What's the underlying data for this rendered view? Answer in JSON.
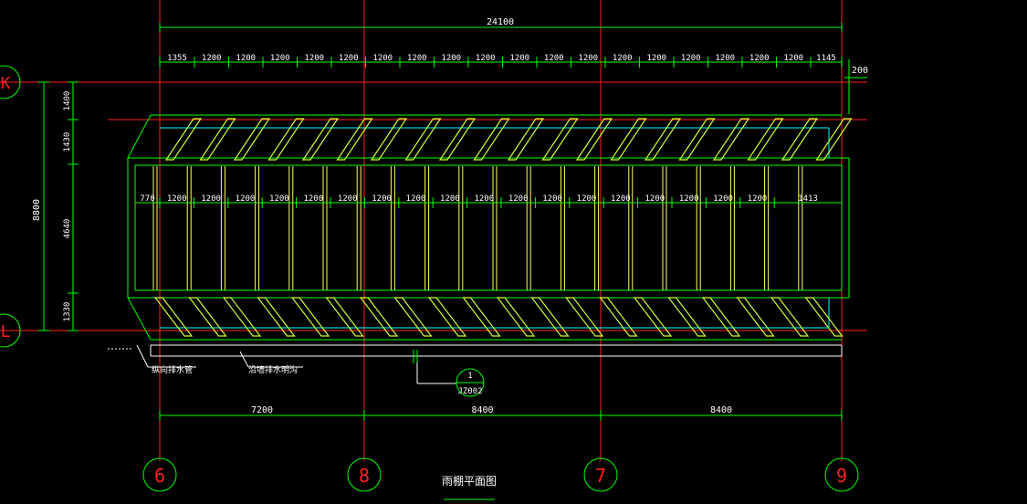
{
  "drawing": {
    "title": "雨棚平面图",
    "overall_dimension": "24100",
    "top_dimensions": [
      "1355",
      "1200",
      "1200",
      "1200",
      "1200",
      "1200",
      "1200",
      "1200",
      "1200",
      "1200",
      "1200",
      "1200",
      "1200",
      "1200",
      "1200",
      "1200",
      "1200",
      "1200",
      "1200",
      "1145"
    ],
    "right_dimension": "200",
    "inner_dimensions": [
      "770",
      "1200",
      "1200",
      "1200",
      "1200",
      "1200",
      "1200",
      "1200",
      "1200",
      "1200",
      "1200",
      "1200",
      "1200",
      "1200",
      "1200",
      "1200",
      "1200",
      "1200",
      "1200",
      "1413"
    ],
    "left_dimensions": [
      "1400",
      "1430",
      "4640",
      "1330"
    ],
    "left_total": "8800",
    "bottom_dimensions": [
      "7200",
      "8400",
      "8400"
    ],
    "row_axes": [
      "K",
      "L"
    ],
    "column_axes": [
      "6",
      "8",
      "7",
      "9"
    ],
    "annotations": {
      "drain_left": "纵向排水管",
      "drain_mid": "沿墙排水明沟",
      "detail_number": "1",
      "detail_sheet": "JZ002"
    }
  },
  "colors": {
    "background": "#000000",
    "axis_line": "#ff2020",
    "dimension": "#00ff00",
    "rafter": "#ccff33",
    "purlin": "#ffff66",
    "edge": "#00ffff",
    "text": "#ffffff"
  }
}
